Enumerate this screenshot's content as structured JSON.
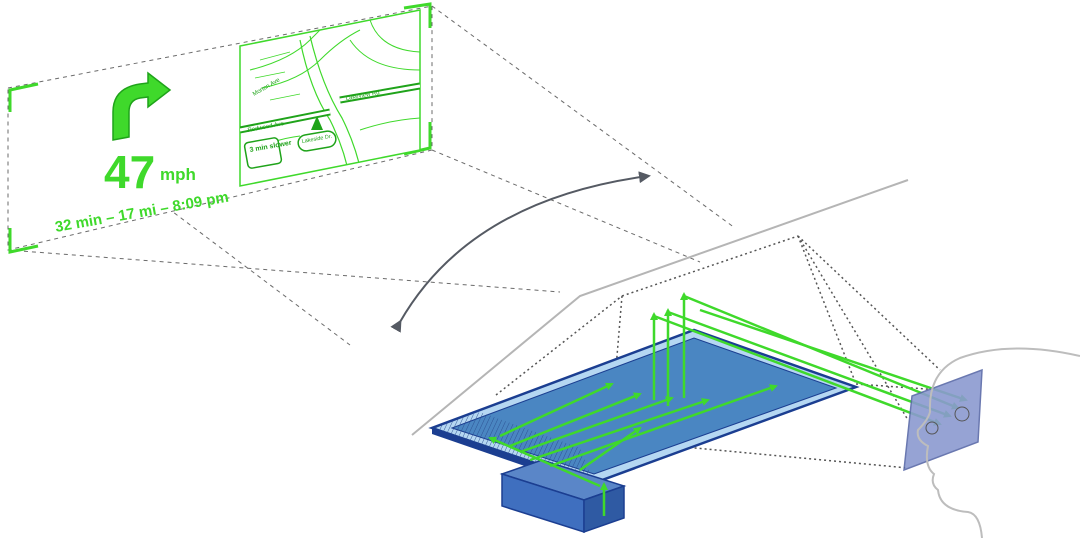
{
  "hud": {
    "speed": "47",
    "speed_unit": "mph",
    "trip_summary": "32 min – 17 mi – 8:09 pm",
    "turn_icon": "turn-right-arrow-icon",
    "map": {
      "street_top_left": "Morton Ave",
      "street_bottom_left": "Redwood Ave",
      "street_right": "Lakeview Rd",
      "alt_route_badge": "3 min slower",
      "position_label": "Lakeside Dr.",
      "position_icon": "navigation-triangle-icon"
    }
  },
  "colors": {
    "hud_green": "#3fd92b",
    "dark_green": "#1fa31a",
    "waveguide_fill": "#4a86c2",
    "waveguide_light": "#b5d7f2",
    "waveguide_edge": "#1b3e91",
    "projector_fill": "#3f6fbf",
    "guide_dash": "#6b6b6b",
    "fov_arc": "#555a63",
    "windshield_line": "#b5b5b5",
    "head_outline": "#bdbdbd"
  }
}
